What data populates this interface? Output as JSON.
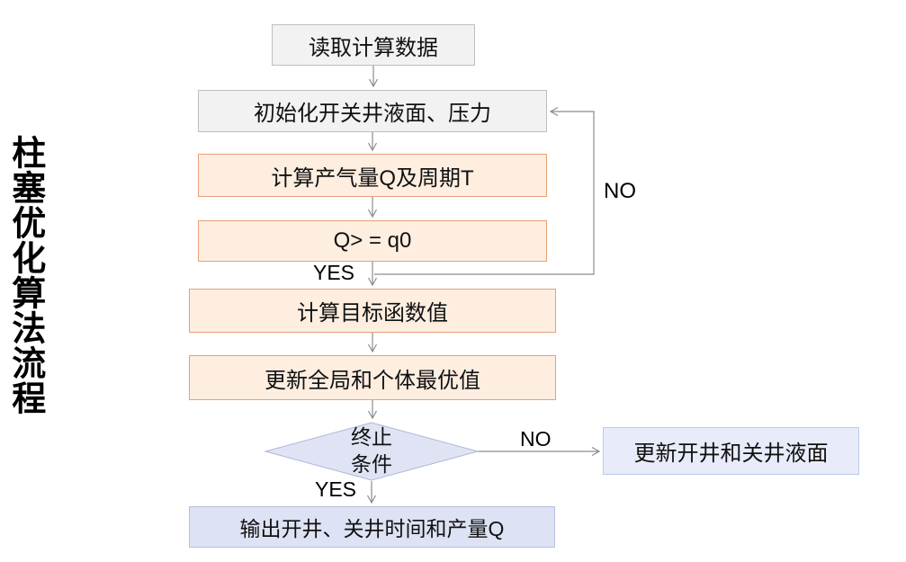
{
  "title": "柱塞优化算法流程",
  "nodes": {
    "read_data": {
      "label": "读取计算数据"
    },
    "initialize": {
      "label": "初始化开关井液面、压力"
    },
    "calc_qt": {
      "label": "计算产气量Q及周期T"
    },
    "q_threshold": {
      "label": "Q> = q0"
    },
    "objective": {
      "label": "计算目标函数值"
    },
    "update_best": {
      "label": "更新全局和个体最优值"
    },
    "terminate": {
      "line1": "终止",
      "line2": "条件"
    },
    "output": {
      "label": "输出开井、关井时间和产量Q"
    },
    "update_levels": {
      "label": "更新开井和关井液面"
    }
  },
  "edge_labels": {
    "q_yes": "YES",
    "q_no": "NO",
    "terminate_yes": "YES",
    "terminate_no": "NO"
  },
  "colors": {
    "process_gray_fill": "#f2f2f2",
    "process_gray_border": "#bdbdbd",
    "process_orange_fill": "#fdeee0",
    "process_orange_border": "#e8a078",
    "decision_fill": "#dfe3f3",
    "decision_border": "#aeb8d9",
    "output_fill": "#dde2f4",
    "output_border": "#b9c1e0",
    "side_fill": "#e8ecfa",
    "side_border": "#bcc9ec",
    "connector": "#8c8c8c"
  }
}
